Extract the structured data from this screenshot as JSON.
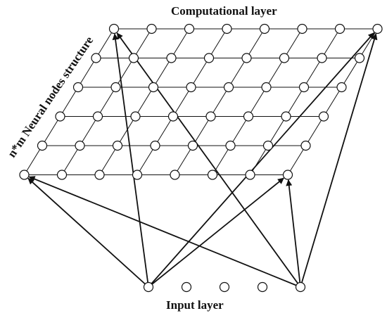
{
  "labels": {
    "computational_layer": "Computational layer",
    "input_layer": "Input layer",
    "neural_structure": "n*m Neural nodes structure"
  },
  "grid": {
    "rows": 6,
    "cols": 8
  },
  "input_layer": {
    "count": 5
  },
  "connections": [
    {
      "from": "input-1",
      "to": "grid-r1-c1"
    },
    {
      "from": "input-1",
      "to": "grid-r6-c1"
    },
    {
      "from": "input-1",
      "to": "grid-r6-c8"
    },
    {
      "from": "input-1",
      "to": "grid-r1-c8"
    },
    {
      "from": "input-5",
      "to": "grid-r6-c1"
    },
    {
      "from": "input-5",
      "to": "grid-r1-c1"
    },
    {
      "from": "input-5",
      "to": "grid-r6-c8"
    },
    {
      "from": "input-5",
      "to": "grid-r1-c8"
    }
  ],
  "colors": {
    "stroke": "#111111",
    "node_fill": "#ffffff",
    "background": "#ffffff"
  }
}
